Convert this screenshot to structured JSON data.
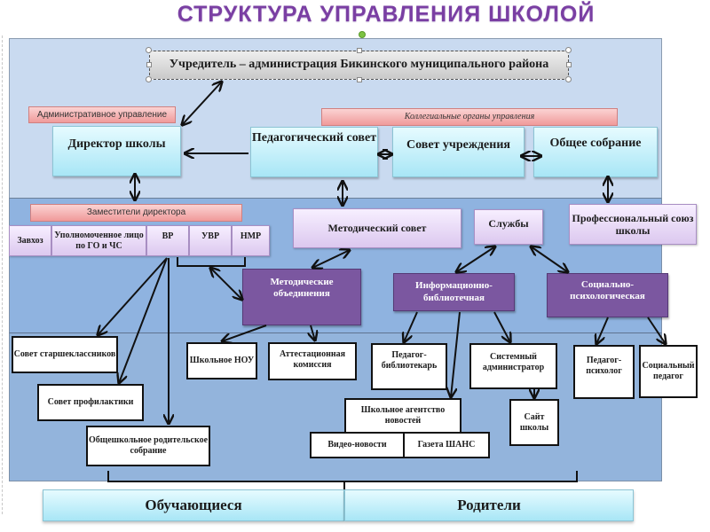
{
  "title": "СТРУКТУРА УПРАВЛЕНИЯ ШКОЛОЙ",
  "founder": "Учредитель – администрация Бикинского муниципального района",
  "labels": {
    "admin": "Административное управление",
    "collegial": "Коллегиальные органы управления",
    "deputies": "Заместители директора"
  },
  "top_row": {
    "director": "Директор школы",
    "ped_council": "Педагогический совет",
    "inst_council": "Совет учреждения",
    "general_meeting": "Общее собрание"
  },
  "deputies": [
    "Завхоз",
    "Уполномоченное лицо по ГО и ЧС",
    "ВР",
    "УВР",
    "НМР"
  ],
  "middle": {
    "method_council": "Методический совет",
    "services": "Службы",
    "trade_union": "Профессиональный союз школы",
    "method_assoc": "Методические объединения",
    "info_library": "Информационно-библиотечная",
    "social_psych": "Социально-психологическая"
  },
  "lower": {
    "senior_council": "Совет старшеклассников",
    "prevention_council": "Совет профилактики",
    "parent_meeting": "Общешкольное родительское собрание",
    "school_nou": "Школьное НОУ",
    "attest_commission": "Аттестационная комиссия",
    "librarian": "Педагог-библиотекарь",
    "sysadmin": "Системный администратор",
    "news_agency": "Школьное агентство новостей",
    "video_news": "Видео-новости",
    "newspaper": "Газета ШАНС",
    "website": "Сайт школы",
    "psychologist": "Педагог-психолог",
    "social_pedagogue": "Социальный педагог"
  },
  "bottom": {
    "students": "Обучающиеся",
    "parents": "Родители"
  },
  "colors": {
    "title": "#7a3fa3",
    "band_top": "#c9daf0",
    "band_mid": "#8fb3e0",
    "purple_box": "#7b57a0",
    "pink_label": "#f09a9a",
    "cyan_box": "#a8e6f6",
    "lavender_box": "#dcc8ef"
  }
}
